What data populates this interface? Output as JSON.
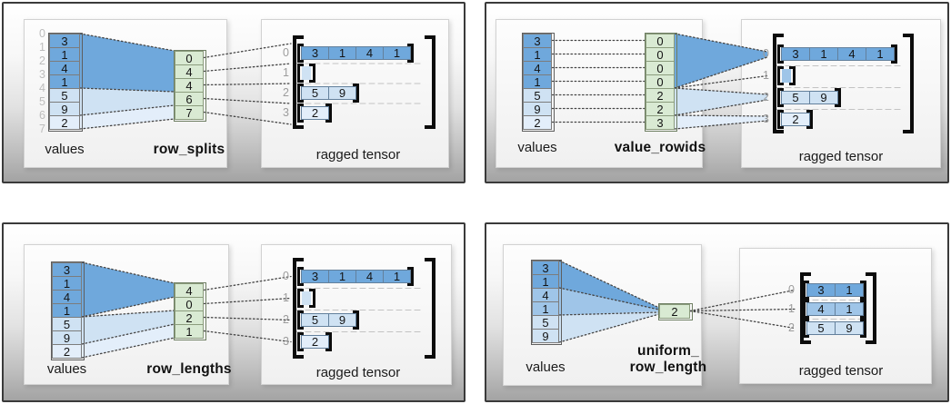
{
  "colors": {
    "dark_blue": "#6fa8dc",
    "medium_blue": "#9fc5e8",
    "light_blue": "#cfe2f3",
    "pale_blue": "#e3eefa",
    "green": "#d9ead3"
  },
  "panels": [
    {
      "method": "row_splits",
      "values_label": "values",
      "param_label": "row_splits",
      "tensor_label": "ragged tensor",
      "value_index_labels": [
        "0",
        "1",
        "2",
        "3",
        "4",
        "5",
        "6",
        "7"
      ],
      "values": [
        "3",
        "1",
        "4",
        "1",
        "5",
        "9",
        "2"
      ],
      "value_shades": [
        "dark_blue",
        "dark_blue",
        "dark_blue",
        "dark_blue",
        "light_blue",
        "light_blue",
        "pale_blue"
      ],
      "param": [
        "0",
        "4",
        "4",
        "6",
        "7"
      ],
      "rows": [
        {
          "label": "0",
          "shade": "dark_blue",
          "cells": [
            "3",
            "1",
            "4",
            "1"
          ]
        },
        {
          "label": "1",
          "shade": "light_blue",
          "cells": []
        },
        {
          "label": "2",
          "shade": "light_blue",
          "cells": [
            "5",
            "9"
          ]
        },
        {
          "label": "3",
          "shade": "pale_blue",
          "cells": [
            "2"
          ]
        }
      ]
    },
    {
      "method": "value_rowids",
      "values_label": "values",
      "param_label": "value_rowids",
      "tensor_label": "ragged tensor",
      "values": [
        "3",
        "1",
        "4",
        "1",
        "5",
        "9",
        "2"
      ],
      "value_shades": [
        "dark_blue",
        "dark_blue",
        "dark_blue",
        "dark_blue",
        "light_blue",
        "light_blue",
        "pale_blue"
      ],
      "param": [
        "0",
        "0",
        "0",
        "0",
        "2",
        "2",
        "3"
      ],
      "rows": [
        {
          "label": "0",
          "shade": "dark_blue",
          "cells": [
            "3",
            "1",
            "4",
            "1"
          ]
        },
        {
          "label": "1",
          "shade": "medium_blue",
          "cells": []
        },
        {
          "label": "2",
          "shade": "light_blue",
          "cells": [
            "5",
            "9"
          ]
        },
        {
          "label": "3",
          "shade": "pale_blue",
          "cells": [
            "2"
          ]
        }
      ]
    },
    {
      "method": "row_lengths",
      "values_label": "values",
      "param_label": "row_lengths",
      "tensor_label": "ragged tensor",
      "values": [
        "3",
        "1",
        "4",
        "1",
        "5",
        "9",
        "2"
      ],
      "value_shades": [
        "dark_blue",
        "dark_blue",
        "dark_blue",
        "dark_blue",
        "light_blue",
        "light_blue",
        "pale_blue"
      ],
      "param": [
        "4",
        "0",
        "2",
        "1"
      ],
      "rows": [
        {
          "label": "0",
          "shade": "dark_blue",
          "cells": [
            "3",
            "1",
            "4",
            "1"
          ]
        },
        {
          "label": "1",
          "shade": "light_blue",
          "cells": []
        },
        {
          "label": "2",
          "shade": "light_blue",
          "cells": [
            "5",
            "9"
          ]
        },
        {
          "label": "3",
          "shade": "pale_blue",
          "cells": [
            "2"
          ]
        }
      ]
    },
    {
      "method": "uniform_row_length",
      "values_label": "values",
      "param_label": "uniform_",
      "param_label_line2": "row_length",
      "tensor_label": "ragged tensor",
      "values": [
        "3",
        "1",
        "4",
        "1",
        "5",
        "9"
      ],
      "value_shades": [
        "dark_blue",
        "dark_blue",
        "medium_blue",
        "medium_blue",
        "light_blue",
        "light_blue"
      ],
      "param": [
        "2"
      ],
      "rows": [
        {
          "label": "0",
          "shade": "dark_blue",
          "cells": [
            "3",
            "1"
          ]
        },
        {
          "label": "1",
          "shade": "medium_blue",
          "cells": [
            "4",
            "1"
          ]
        },
        {
          "label": "2",
          "shade": "light_blue",
          "cells": [
            "5",
            "9"
          ]
        }
      ]
    }
  ]
}
